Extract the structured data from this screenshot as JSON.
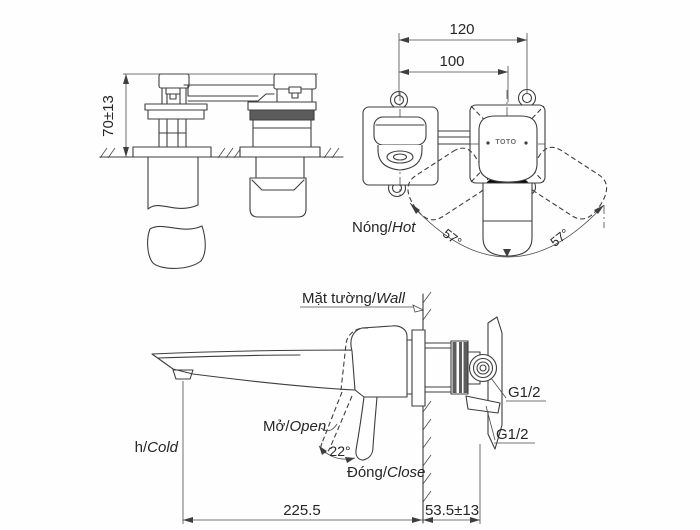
{
  "front_view": {
    "dim_hole_spacing": "120",
    "dim_center_spacing": "100",
    "angle_left": "57°",
    "angle_right": "57°",
    "label_hot_vi": "Nóng/",
    "label_hot_en": "Hot",
    "brand": "TOTO"
  },
  "top_view": {
    "dim_height": "70±13"
  },
  "side_view": {
    "label_wall_vi": "Mặt tường/",
    "label_wall_en": "Wall",
    "label_open_vi": "Mở/",
    "label_open_en": "Open",
    "angle_open": "22°",
    "label_close_vi": "Đóng/",
    "label_close_en": "Close",
    "label_cold_prefix": "h/",
    "label_cold_en": "Cold",
    "thread_size_top": "G1/2",
    "thread_size_bottom": "G1/2",
    "dim_spout_reach": "225.5",
    "dim_wall_depth": "53.5±13"
  }
}
